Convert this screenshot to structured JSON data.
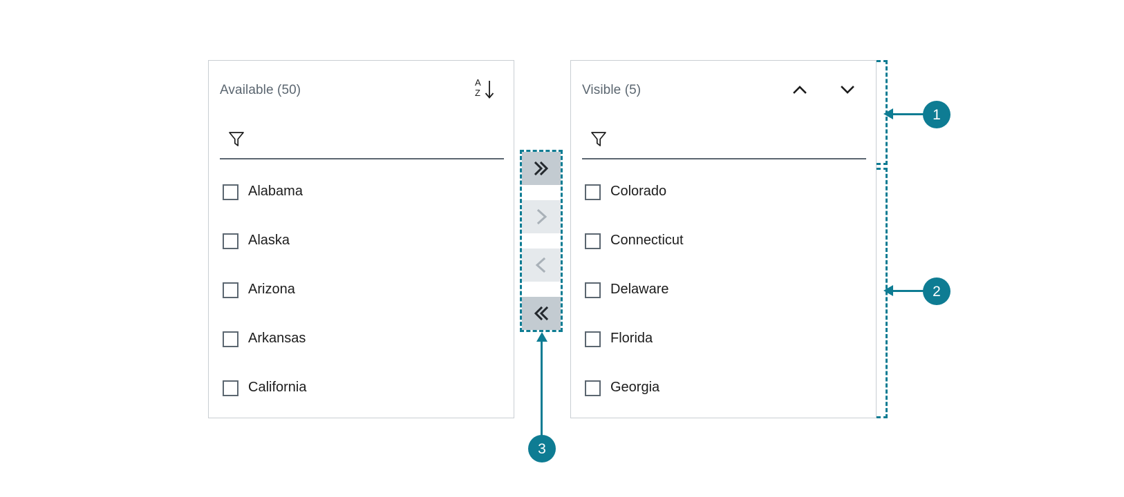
{
  "colors": {
    "annotation": "#0e7c93",
    "panel_border": "#c9ced3",
    "title_text": "#5b6670",
    "item_text": "#1c1c1c",
    "button_enabled_bg": "#c3cbd1",
    "button_disabled_bg": "#e5e9ec",
    "button_disabled_fg": "#a9b1b8",
    "checkbox_border": "#5b6670",
    "input_underline": "#5b6670",
    "background": "#ffffff"
  },
  "available_panel": {
    "title": "Available (50)",
    "count": 50,
    "sort_icon": {
      "name": "sort-alpha-descending-icon",
      "top_letter": "A",
      "bottom_letter": "Z",
      "direction_glyph": "↓"
    },
    "filter": {
      "icon": "filter-funnel-icon",
      "value": "",
      "placeholder": ""
    },
    "items": [
      {
        "label": "Alabama",
        "checked": false
      },
      {
        "label": "Alaska",
        "checked": false
      },
      {
        "label": "Arizona",
        "checked": false
      },
      {
        "label": "Arkansas",
        "checked": false
      },
      {
        "label": "California",
        "checked": false
      }
    ]
  },
  "visible_panel": {
    "title": "Visible (5)",
    "count": 5,
    "move_up_icon": "chevron-up-icon",
    "move_down_icon": "chevron-down-icon",
    "filter": {
      "icon": "filter-funnel-icon",
      "value": "",
      "placeholder": ""
    },
    "items": [
      {
        "label": "Colorado",
        "checked": false
      },
      {
        "label": "Connecticut",
        "checked": false
      },
      {
        "label": "Delaware",
        "checked": false
      },
      {
        "label": "Florida",
        "checked": false
      },
      {
        "label": "Georgia",
        "checked": false
      }
    ]
  },
  "transfer_buttons": [
    {
      "id": "move-all-right",
      "glyph": "»",
      "state": "enabled",
      "label": "Move all to visible"
    },
    {
      "id": "move-right",
      "glyph": "›",
      "state": "disabled",
      "label": "Move selected to visible"
    },
    {
      "id": "move-left",
      "glyph": "‹",
      "state": "disabled",
      "label": "Move selected to available"
    },
    {
      "id": "move-all-left",
      "glyph": "«",
      "state": "enabled",
      "label": "Move all to available"
    }
  ],
  "annotations": [
    {
      "number": "1",
      "target": "visible-panel-header-region"
    },
    {
      "number": "2",
      "target": "visible-panel-list-region"
    },
    {
      "number": "3",
      "target": "transfer-button-column"
    }
  ]
}
